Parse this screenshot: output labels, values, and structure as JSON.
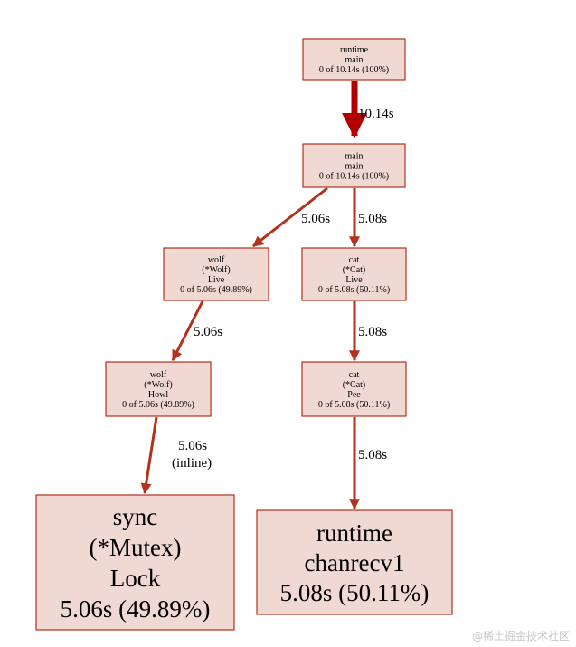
{
  "colors": {
    "node_fill": "#f0d8d3",
    "node_border": "#b2321b",
    "edge_heavy": "#b20000",
    "edge": "#b2321b"
  },
  "nodes": {
    "runtime_main": {
      "lines": [
        "runtime",
        "main",
        "0 of 10.14s (100%)"
      ]
    },
    "main_main": {
      "lines": [
        "main",
        "main",
        "0 of 10.14s (100%)"
      ]
    },
    "wolf_live": {
      "lines": [
        "wolf",
        "(*Wolf)",
        "Live",
        "0 of 5.06s (49.89%)"
      ]
    },
    "cat_live": {
      "lines": [
        "cat",
        "(*Cat)",
        "Live",
        "0 of 5.08s (50.11%)"
      ]
    },
    "wolf_howl": {
      "lines": [
        "wolf",
        "(*Wolf)",
        "Howl",
        "0 of 5.06s (49.89%)"
      ]
    },
    "cat_pee": {
      "lines": [
        "cat",
        "(*Cat)",
        "Pee",
        "0 of 5.08s (50.11%)"
      ]
    },
    "sync_lock": {
      "lines": [
        "sync",
        "(*Mutex)",
        "Lock",
        "5.06s (49.89%)"
      ]
    },
    "runtime_chanrecv": {
      "lines": [
        "runtime",
        "chanrecv1",
        "5.08s (50.11%)"
      ]
    }
  },
  "edges": {
    "e1": {
      "lines": [
        "10.14s"
      ]
    },
    "e2": {
      "lines": [
        "5.06s"
      ]
    },
    "e3": {
      "lines": [
        "5.08s"
      ]
    },
    "e4": {
      "lines": [
        "5.06s"
      ]
    },
    "e5": {
      "lines": [
        "5.08s"
      ]
    },
    "e6": {
      "lines": [
        "5.06s",
        "(inline)"
      ]
    },
    "e7": {
      "lines": [
        "5.08s"
      ]
    }
  },
  "watermark": "@稀土掘金技术社区"
}
